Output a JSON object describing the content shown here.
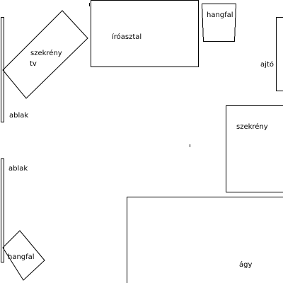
{
  "colors": {
    "background": "#ffffff",
    "ink": "#000000"
  },
  "labels": {
    "desk": "íróasztal",
    "speaker_top": "hangfal",
    "door": "ajtó",
    "wardrobe_left": "szekrény",
    "tv": "tv",
    "window_top": "ablak",
    "window_bottom": "ablak",
    "wardrobe_right": "szekrény",
    "speaker_bottom": "hangfal",
    "bed": "ágy"
  }
}
